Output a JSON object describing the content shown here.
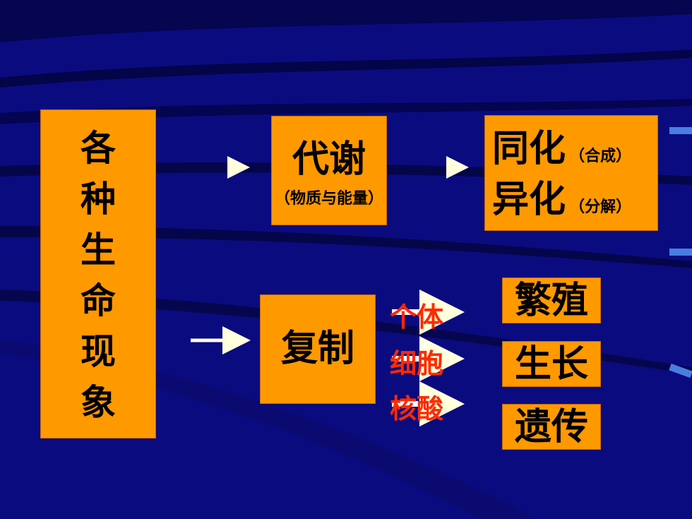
{
  "left": {
    "chars": [
      "各",
      "种",
      "生",
      "命",
      "现",
      "象"
    ]
  },
  "metabolism": {
    "title": "代谢",
    "subtitle": "（物质与能量）"
  },
  "assim": {
    "line1_main": "同化",
    "line1_note": "（合成）",
    "line2_main": "异化",
    "line2_note": "（分解）"
  },
  "replication": {
    "title": "复制"
  },
  "levels": [
    "个体",
    "细胞",
    "核酸"
  ],
  "results": [
    "繁殖",
    "生长",
    "遗传"
  ],
  "colors": {
    "box": "#ff9900",
    "background": "#0a0a7a",
    "red_text": "#ff2a00",
    "arrow": "#ffffcc"
  }
}
